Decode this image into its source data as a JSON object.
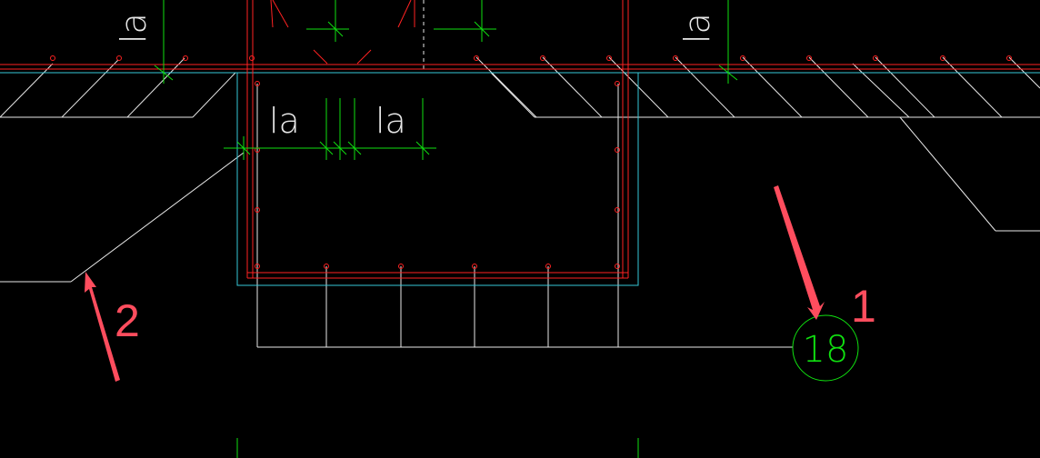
{
  "colors": {
    "background": "#000000",
    "rebar": "#ff2222",
    "concrete_outline": "#36c8d8",
    "dimension": "#10e010",
    "linework": "#e8e8e8",
    "annotation": "#ff4d5e"
  },
  "drawing": {
    "anchor_labels": {
      "top_left": "la",
      "top_right": "la",
      "dim_left": "la",
      "dim_right": "la"
    },
    "detail_tag": "18"
  },
  "annotations": {
    "arrow_1_label": "1",
    "arrow_2_label": "2"
  }
}
